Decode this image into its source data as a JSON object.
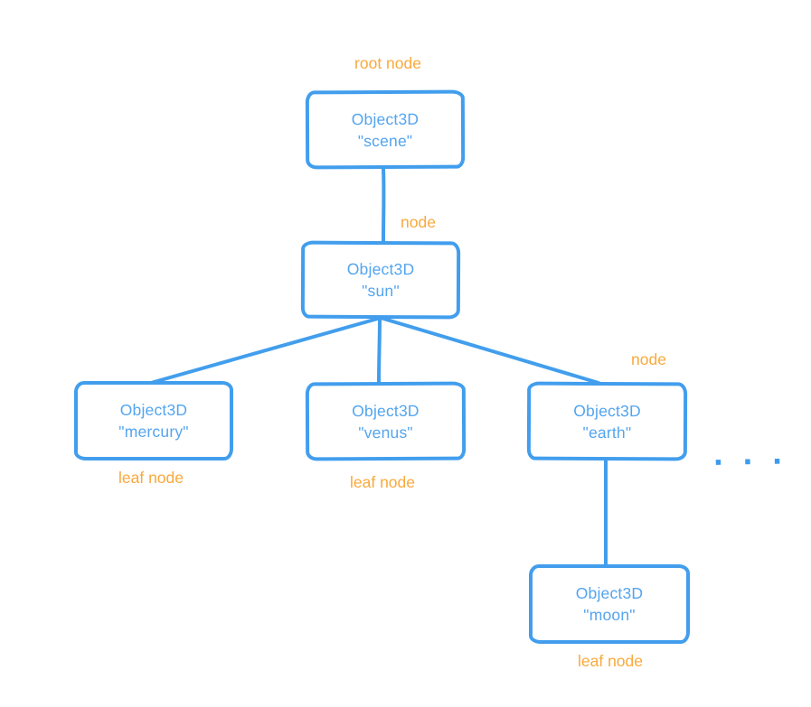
{
  "diagram": {
    "description_colors": {
      "node_stroke_blue": "#429EED",
      "node_text_blue": "#54A5EF",
      "annotation_orange": "#F9A93C"
    },
    "nodes": [
      {
        "id": "scene",
        "type_label": "Object3D",
        "name_label": "\"scene\"",
        "annotation": "root node"
      },
      {
        "id": "sun",
        "type_label": "Object3D",
        "name_label": "\"sun\"",
        "annotation": "node"
      },
      {
        "id": "mercury",
        "type_label": "Object3D",
        "name_label": "\"mercury\"",
        "annotation": "leaf node"
      },
      {
        "id": "venus",
        "type_label": "Object3D",
        "name_label": "\"venus\"",
        "annotation": "leaf node"
      },
      {
        "id": "earth",
        "type_label": "Object3D",
        "name_label": "\"earth\"",
        "annotation": "node"
      },
      {
        "id": "moon",
        "type_label": "Object3D",
        "name_label": "\"moon\"",
        "annotation": "leaf node"
      }
    ],
    "edges": [
      {
        "from": "scene",
        "to": "sun"
      },
      {
        "from": "sun",
        "to": "mercury"
      },
      {
        "from": "sun",
        "to": "venus"
      },
      {
        "from": "sun",
        "to": "earth"
      },
      {
        "from": "earth",
        "to": "moon"
      }
    ],
    "ellipsis": "..."
  }
}
